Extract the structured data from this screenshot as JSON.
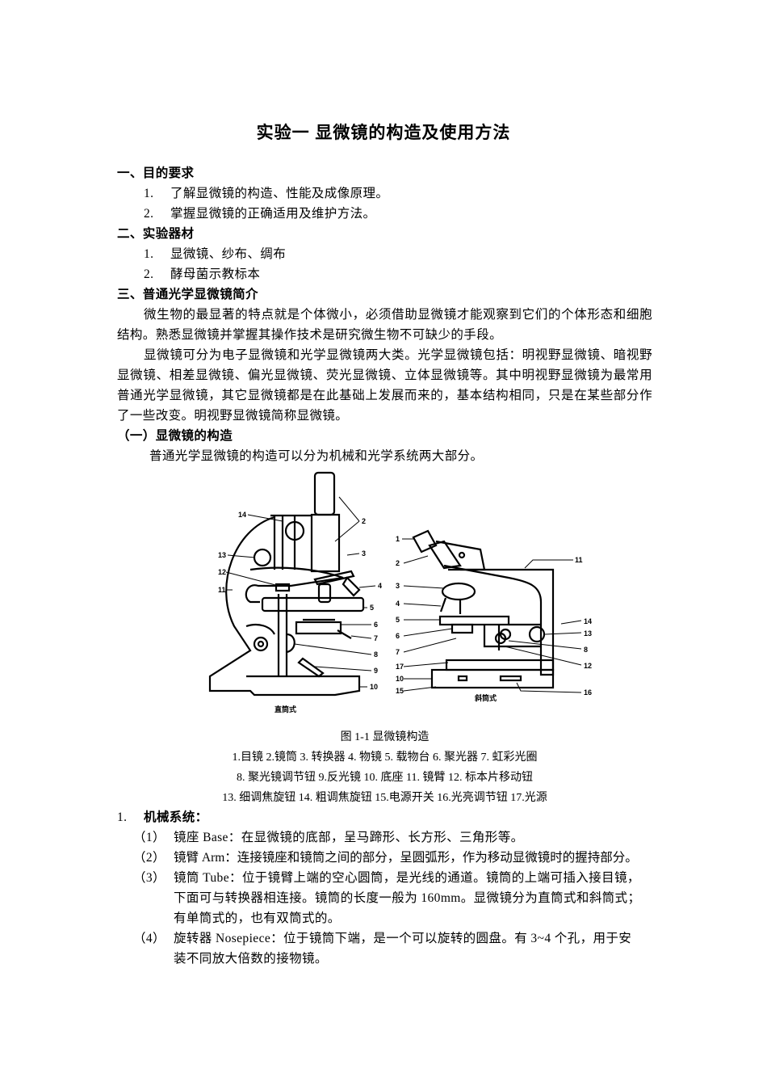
{
  "title": "实验一  显微镜的构造及使用方法",
  "sections": {
    "s1": {
      "heading": "一、目的要求",
      "items": [
        {
          "num": "1.",
          "text": "了解显微镜的构造、性能及成像原理。"
        },
        {
          "num": "2.",
          "text": "掌握显微镜的正确适用及维护方法。"
        }
      ]
    },
    "s2": {
      "heading": "二、实验器材",
      "items": [
        {
          "num": "1.",
          "text": "显微镜、纱布、绸布"
        },
        {
          "num": "2.",
          "text": "酵母菌示教标本"
        }
      ]
    },
    "s3": {
      "heading": "三、普通光学显微镜简介",
      "paragraphs": [
        "微生物的最显著的特点就是个体微小，必须借助显微镜才能观察到它们的个体形态和细胞结构。熟悉显微镜并掌握其操作技术是研究微生物不可缺少的手段。",
        "显微镜可分为电子显微镜和光学显微镜两大类。光学显微镜包括：明视野显微镜、暗视野显微镜、相差显微镜、偏光显微镜、荧光显微镜、立体显微镜等。其中明视野显微镜为最常用普通光学显微镜，其它显微镜都是在此基础上发展而来的，基本结构相同，只是在某些部分作了一些改变。明视野显微镜简称显微镜。"
      ],
      "sub_heading": "（一）显微镜的构造",
      "sub_text": "普通光学显微镜的构造可以分为机械和光学系统两大部分。"
    }
  },
  "figure": {
    "left_caption": "直筒式",
    "right_caption": "斜筒式",
    "left_labels": [
      "14",
      "2",
      "13",
      "3",
      "12",
      "4",
      "11",
      "5",
      "6",
      "7",
      "8",
      "9",
      "10"
    ],
    "right_labels": [
      "1",
      "2",
      "11",
      "3",
      "4",
      "5",
      "6",
      "7",
      "17",
      "10",
      "15",
      "14",
      "13",
      "8",
      "12",
      "16"
    ],
    "caption": "图 1-1 显微镜构造",
    "legend": [
      "1.目镜  2.镜筒  3. 转换器  4. 物镜  5. 载物台  6. 聚光器  7. 虹彩光圈",
      "8. 聚光镜调节钮   9.反光镜    10. 底座    11. 镜臂    12. 标本片移动钮",
      "13. 细调焦旋钮  14. 粗调焦旋钮  15.电源开关  16.光亮调节钮  17.光源"
    ]
  },
  "mechanical": {
    "heading_num": "1.",
    "heading": "机械系统：",
    "items": [
      {
        "num": "（1）",
        "text": "镜座 Base：在显微镜的底部，呈马蹄形、长方形、三角形等。"
      },
      {
        "num": "（2）",
        "text": "镜臂 Arm：连接镜座和镜筒之间的部分，呈圆弧形，作为移动显微镜时的握持部分。"
      },
      {
        "num": "（3）",
        "text": "镜筒 Tube：位于镜臂上端的空心圆筒，是光线的通道。镜筒的上端可插入接目镜，下面可与转换器相连接。镜筒的长度一般为 160mm。显微镜分为直筒式和斜筒式；有单筒式的，也有双筒式的。"
      },
      {
        "num": "（4）",
        "text": "旋转器 Nosepiece：位于镜筒下端，是一个可以旋转的圆盘。有 3~4 个孔，用于安装不同放大倍数的接物镜。"
      }
    ]
  }
}
